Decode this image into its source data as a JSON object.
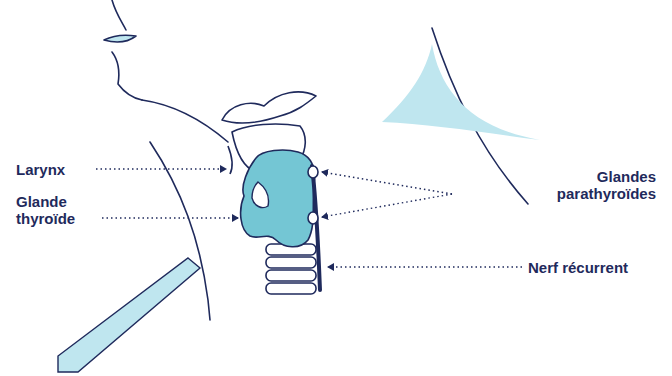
{
  "diagram": {
    "labels": [
      "Larynx",
      "Glande thyroïde",
      "Glandes parathyroïdes",
      "Nerf récurrent"
    ]
  }
}
